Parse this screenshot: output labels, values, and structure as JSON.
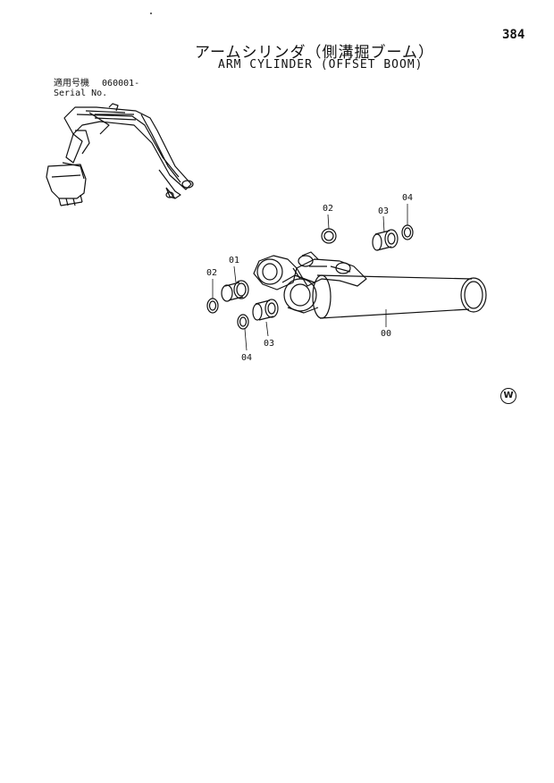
{
  "page": {
    "number": "384"
  },
  "title": {
    "japanese": "アームシリンダ（側溝掘ブーム）",
    "english": "ARM CYLINDER (OFFSET BOOM)"
  },
  "serial": {
    "label_jp": "適用号機",
    "value": "060001-",
    "label_en": "Serial No."
  },
  "callouts": {
    "c02_left": "02",
    "c01": "01",
    "c02_top": "02",
    "c03_top": "03",
    "c04_top": "04",
    "c00": "00",
    "c03_bottom": "03",
    "c04_bottom": "04"
  },
  "brand": {
    "mark": "W"
  }
}
